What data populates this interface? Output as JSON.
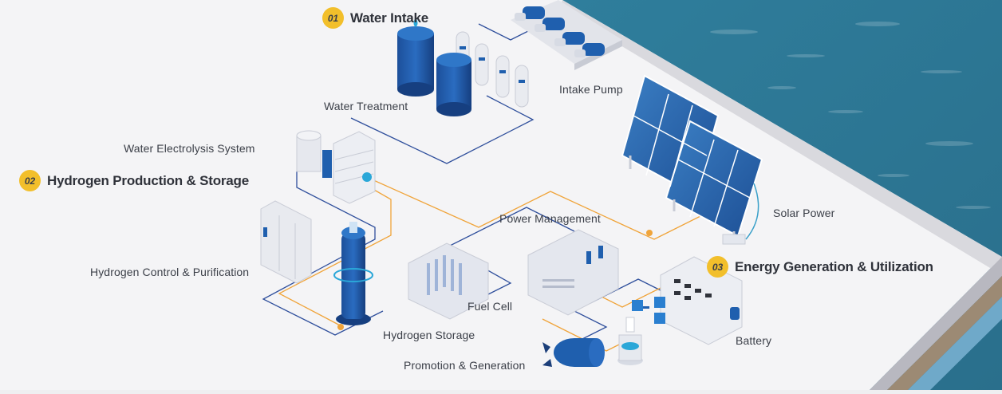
{
  "sections": [
    {
      "number": "01",
      "title": "Water Intake"
    },
    {
      "number": "02",
      "title": "Hydrogen Production & Storage"
    },
    {
      "number": "03",
      "title": "Energy Generation & Utilization"
    }
  ],
  "components": {
    "water_treatment": "Water Treatment",
    "intake_pump": "Intake Pump",
    "water_electrolysis": "Water Electrolysis System",
    "solar_power": "Solar Power",
    "power_management": "Power Management",
    "hydrogen_control": "Hydrogen Control & Purification",
    "fuel_cell": "Fuel Cell",
    "hydrogen_storage": "Hydrogen Storage",
    "battery": "Battery",
    "promotion_generation": "Promotion & Generation"
  },
  "colors": {
    "sea": "#2e7f9e",
    "platform": "#f4f4f6",
    "badge": "#f2bf2b",
    "pipe_blue": "#2f4f9c",
    "pipe_orange": "#f0a43a",
    "equipment_blue": "#1f5fae"
  }
}
